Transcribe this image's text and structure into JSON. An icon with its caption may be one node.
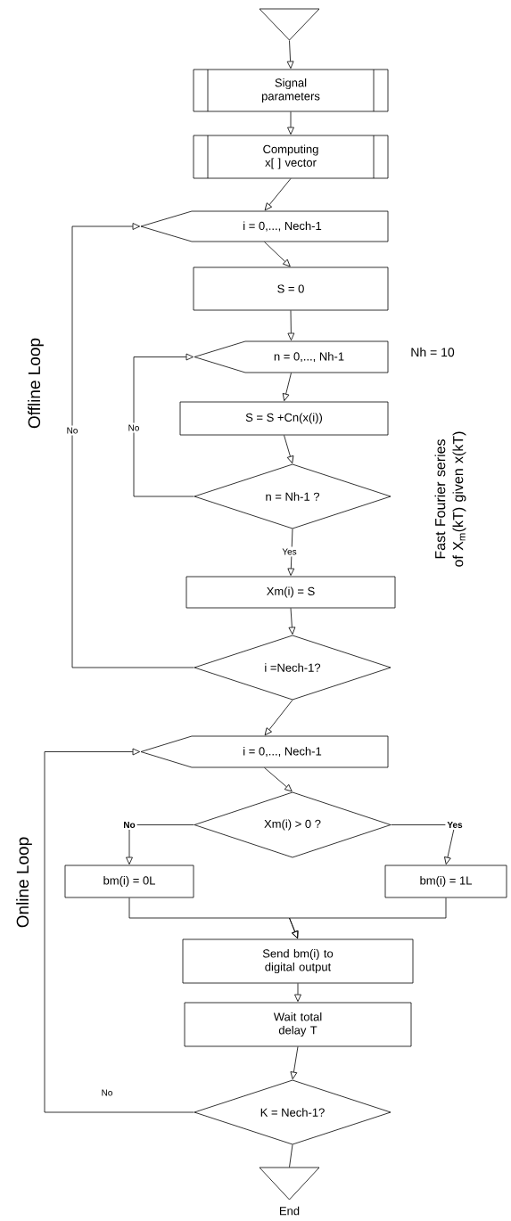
{
  "diagram": {
    "nodes": [
      {
        "text": [],
        "shape": "triangle"
      },
      {
        "text": [
          "Signal parameters"
        ]
      },
      {
        "text": [
          "Computing x[ ] vector"
        ]
      },
      {
        "text": [
          "i = 0,..., Nech-1"
        ]
      },
      {
        "text": [
          "S = 0"
        ]
      },
      {
        "text": [
          "n = 0,..., Nh-1"
        ]
      },
      {
        "text": [
          "S = S +Cn(x(i))"
        ]
      },
      {
        "text": [
          "n = Nh-1 ?"
        ]
      },
      {
        "text": [
          "Xm(i) = S"
        ]
      },
      {
        "text": [
          "i =Nech-1?"
        ]
      },
      {
        "text": [
          "i = 0,..., Nech-1"
        ]
      },
      {
        "text": [
          "Xm(i) > 0 ?"
        ]
      },
      {
        "text": [
          "bm(i) = 0L"
        ]
      },
      {
        "text": [
          "bm(i) = 1L"
        ]
      },
      {
        "text": [
          "Send bm(i) to digital output"
        ]
      },
      {
        "text": [
          "Wait total delay T"
        ]
      },
      {
        "text": [
          "K = Nech-1?"
        ]
      },
      {
        "text": [],
        "shape": "triangle",
        "beside": [
          "End"
        ]
      }
    ],
    "edges": [
      {
        "from": 0,
        "to": 1,
        "arrow": "to"
      },
      {
        "from": 1,
        "to": 2,
        "arrow": "to"
      },
      {
        "from": 2,
        "to": 3,
        "arrow": "to"
      },
      {
        "from": 3,
        "to": 4,
        "arrow": "to"
      },
      {
        "from": 4,
        "to": 5,
        "arrow": "to"
      },
      {
        "from": 5,
        "to": 6,
        "arrow": "to"
      },
      {
        "from": 6,
        "to": 7,
        "arrow": "to"
      },
      {
        "from": 7,
        "to": 8,
        "arrow": "to",
        "label": "Yes"
      },
      {
        "from": 7,
        "to": 5,
        "arrow": "to",
        "label": "No"
      },
      {
        "from": 8,
        "to": 9,
        "arrow": "to"
      },
      {
        "from": 9,
        "to": 3,
        "arrow": "to",
        "label": "No"
      },
      {
        "from": 9,
        "to": 10,
        "arrow": "to"
      },
      {
        "from": 10,
        "to": 11,
        "arrow": "to"
      },
      {
        "from": 11,
        "to": 12,
        "arrow": "to",
        "label": "No"
      },
      {
        "from": 11,
        "to": 13,
        "arrow": "to",
        "label": "Yes"
      },
      {
        "from": 12,
        "to": 14,
        "arrow": "to"
      },
      {
        "from": 13,
        "to": 14,
        "arrow": "to"
      },
      {
        "from": 14,
        "to": 15,
        "arrow": "to"
      },
      {
        "from": 15,
        "to": 16,
        "arrow": "to"
      },
      {
        "from": 16,
        "to": 10,
        "arrow": "to",
        "label": "No"
      },
      {
        "from": 16,
        "to": 17,
        "arrow": "none"
      }
    ],
    "labels": [
      "Offline Loop",
      "Nh = 10",
      "Fast Fourier series of X$_{m}$(kT) given x(kT)",
      "Online Loop"
    ]
  }
}
